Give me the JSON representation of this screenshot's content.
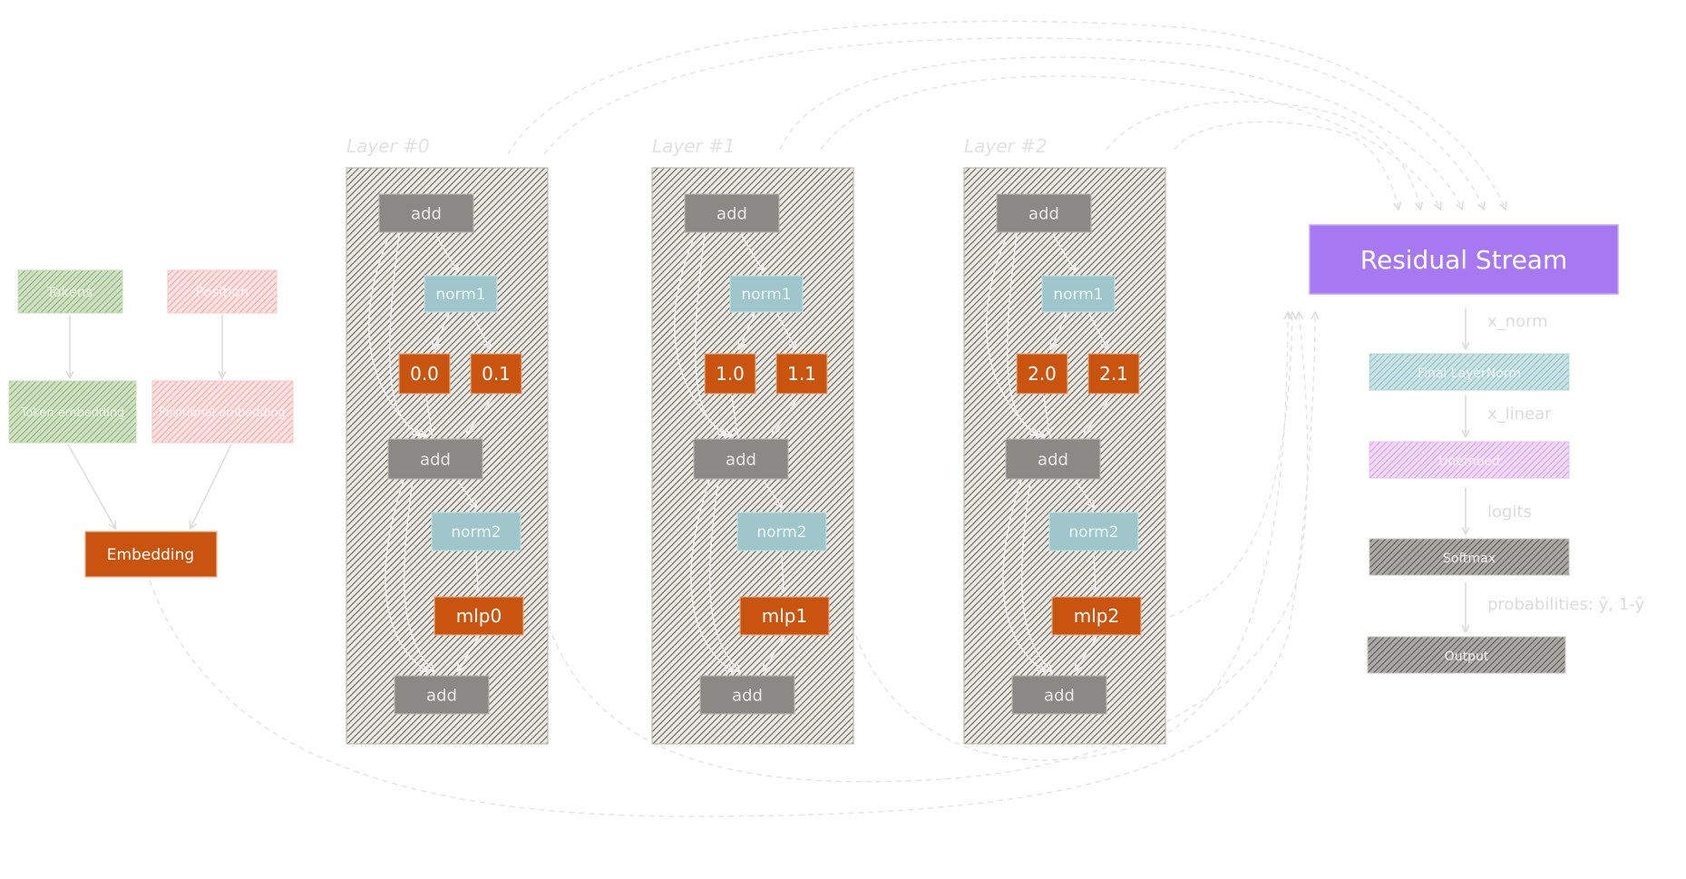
{
  "left": {
    "tokens": "Tokens",
    "position": "Position",
    "token_embedding": "Token embedding",
    "position_embedding": "Positional embedding",
    "embedding": "Embedding"
  },
  "layers": [
    {
      "title": "Layer #0",
      "add1": "add",
      "norm1": "norm1",
      "head_a": "0.0",
      "head_b": "0.1",
      "add2": "add",
      "norm2": "norm2",
      "mlp": "mlp0",
      "add3": "add"
    },
    {
      "title": "Layer #1",
      "add1": "add",
      "norm1": "norm1",
      "head_a": "1.0",
      "head_b": "1.1",
      "add2": "add",
      "norm2": "norm2",
      "mlp": "mlp1",
      "add3": "add"
    },
    {
      "title": "Layer #2",
      "add1": "add",
      "norm1": "norm1",
      "head_a": "2.0",
      "head_b": "2.1",
      "add2": "add",
      "norm2": "norm2",
      "mlp": "mlp2",
      "add3": "add"
    }
  ],
  "right": {
    "residual": "Residual Stream",
    "final_norm": "Final LayerNorm",
    "unembed": "Unembed",
    "softmax": "Softmax",
    "output": "Output",
    "edge_x_norm": "x_norm",
    "edge_x_linear": "x_linear",
    "edge_logits": "logits",
    "edge_probabilities": "probabilities: ŷ, 1-ŷ"
  },
  "colors": {
    "orange": "#c85410",
    "teal_fill": "#a9cdd1",
    "teal_text": "#e8f3f4",
    "gray_box": "#8a8986",
    "layer_hatch": "#7d7a70",
    "purple": "#a678f2",
    "green_fill": "#a9c796",
    "pink_fill": "#f7b8b8",
    "lilac_fill": "#e0b3f0",
    "arrow": "#e0e0e0"
  }
}
